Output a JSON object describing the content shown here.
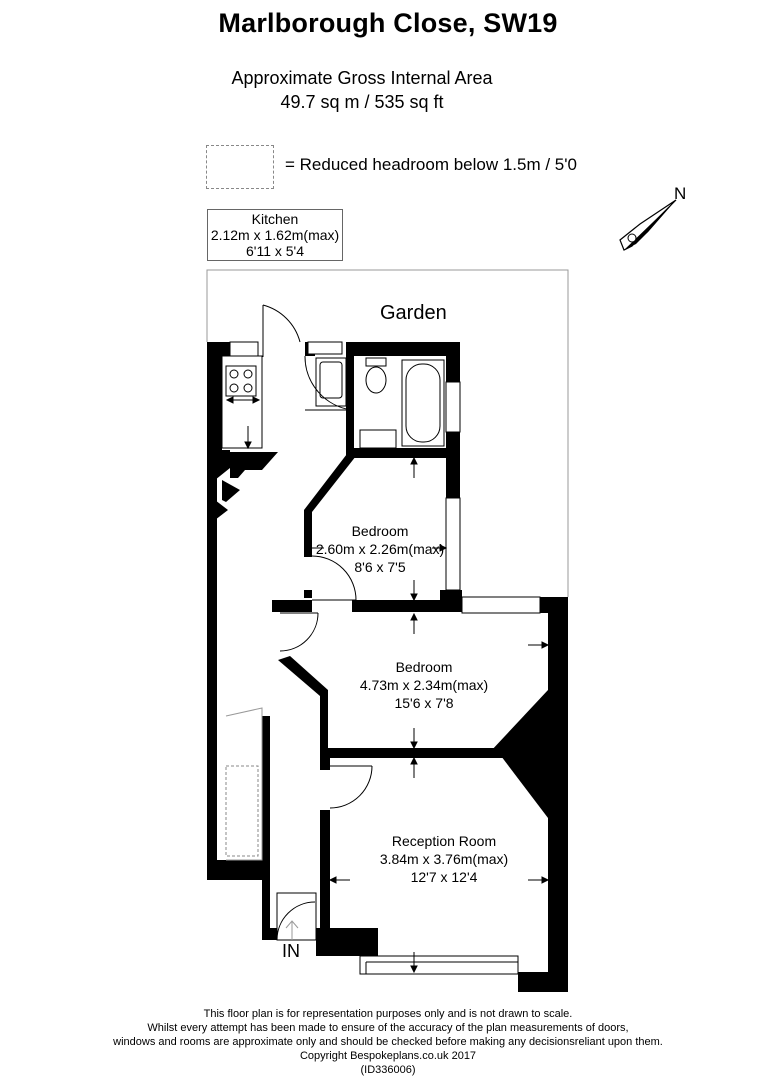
{
  "title": "Marlborough Close, SW19",
  "area": {
    "heading": "Approximate Gross Internal Area",
    "value": "49.7 sq m / 535 sq ft"
  },
  "legend": {
    "text": "= Reduced headroom below 1.5m / 5'0"
  },
  "compass": {
    "label": "N"
  },
  "garden": {
    "label": "Garden"
  },
  "rooms": {
    "kitchen": {
      "name": "Kitchen",
      "metric": "2.12m x 1.62m(max)",
      "imperial": "6'11 x 5'4"
    },
    "bedroom1": {
      "name": "Bedroom",
      "metric": "2.60m x 2.26m(max)",
      "imperial": "8'6 x 7'5"
    },
    "bedroom2": {
      "name": "Bedroom",
      "metric": "4.73m x 2.34m(max)",
      "imperial": "15'6 x 7'8"
    },
    "reception": {
      "name": "Reception Room",
      "metric": "3.84m x 3.76m(max)",
      "imperial": "12'7 x 12'4"
    }
  },
  "entrance": {
    "label": "IN"
  },
  "disclaimer": {
    "line1": "This floor plan is for representation purposes only and is not drawn to scale.",
    "line2": "Whilst every attempt has been made to ensure of the accuracy of the plan measurements of doors,",
    "line3": "windows and rooms are approximate only and should be checked before making any decisionsreliant upon them.",
    "line4": "Copyright Bespokeplans.co.uk 2017",
    "line5": "(ID336006)"
  }
}
